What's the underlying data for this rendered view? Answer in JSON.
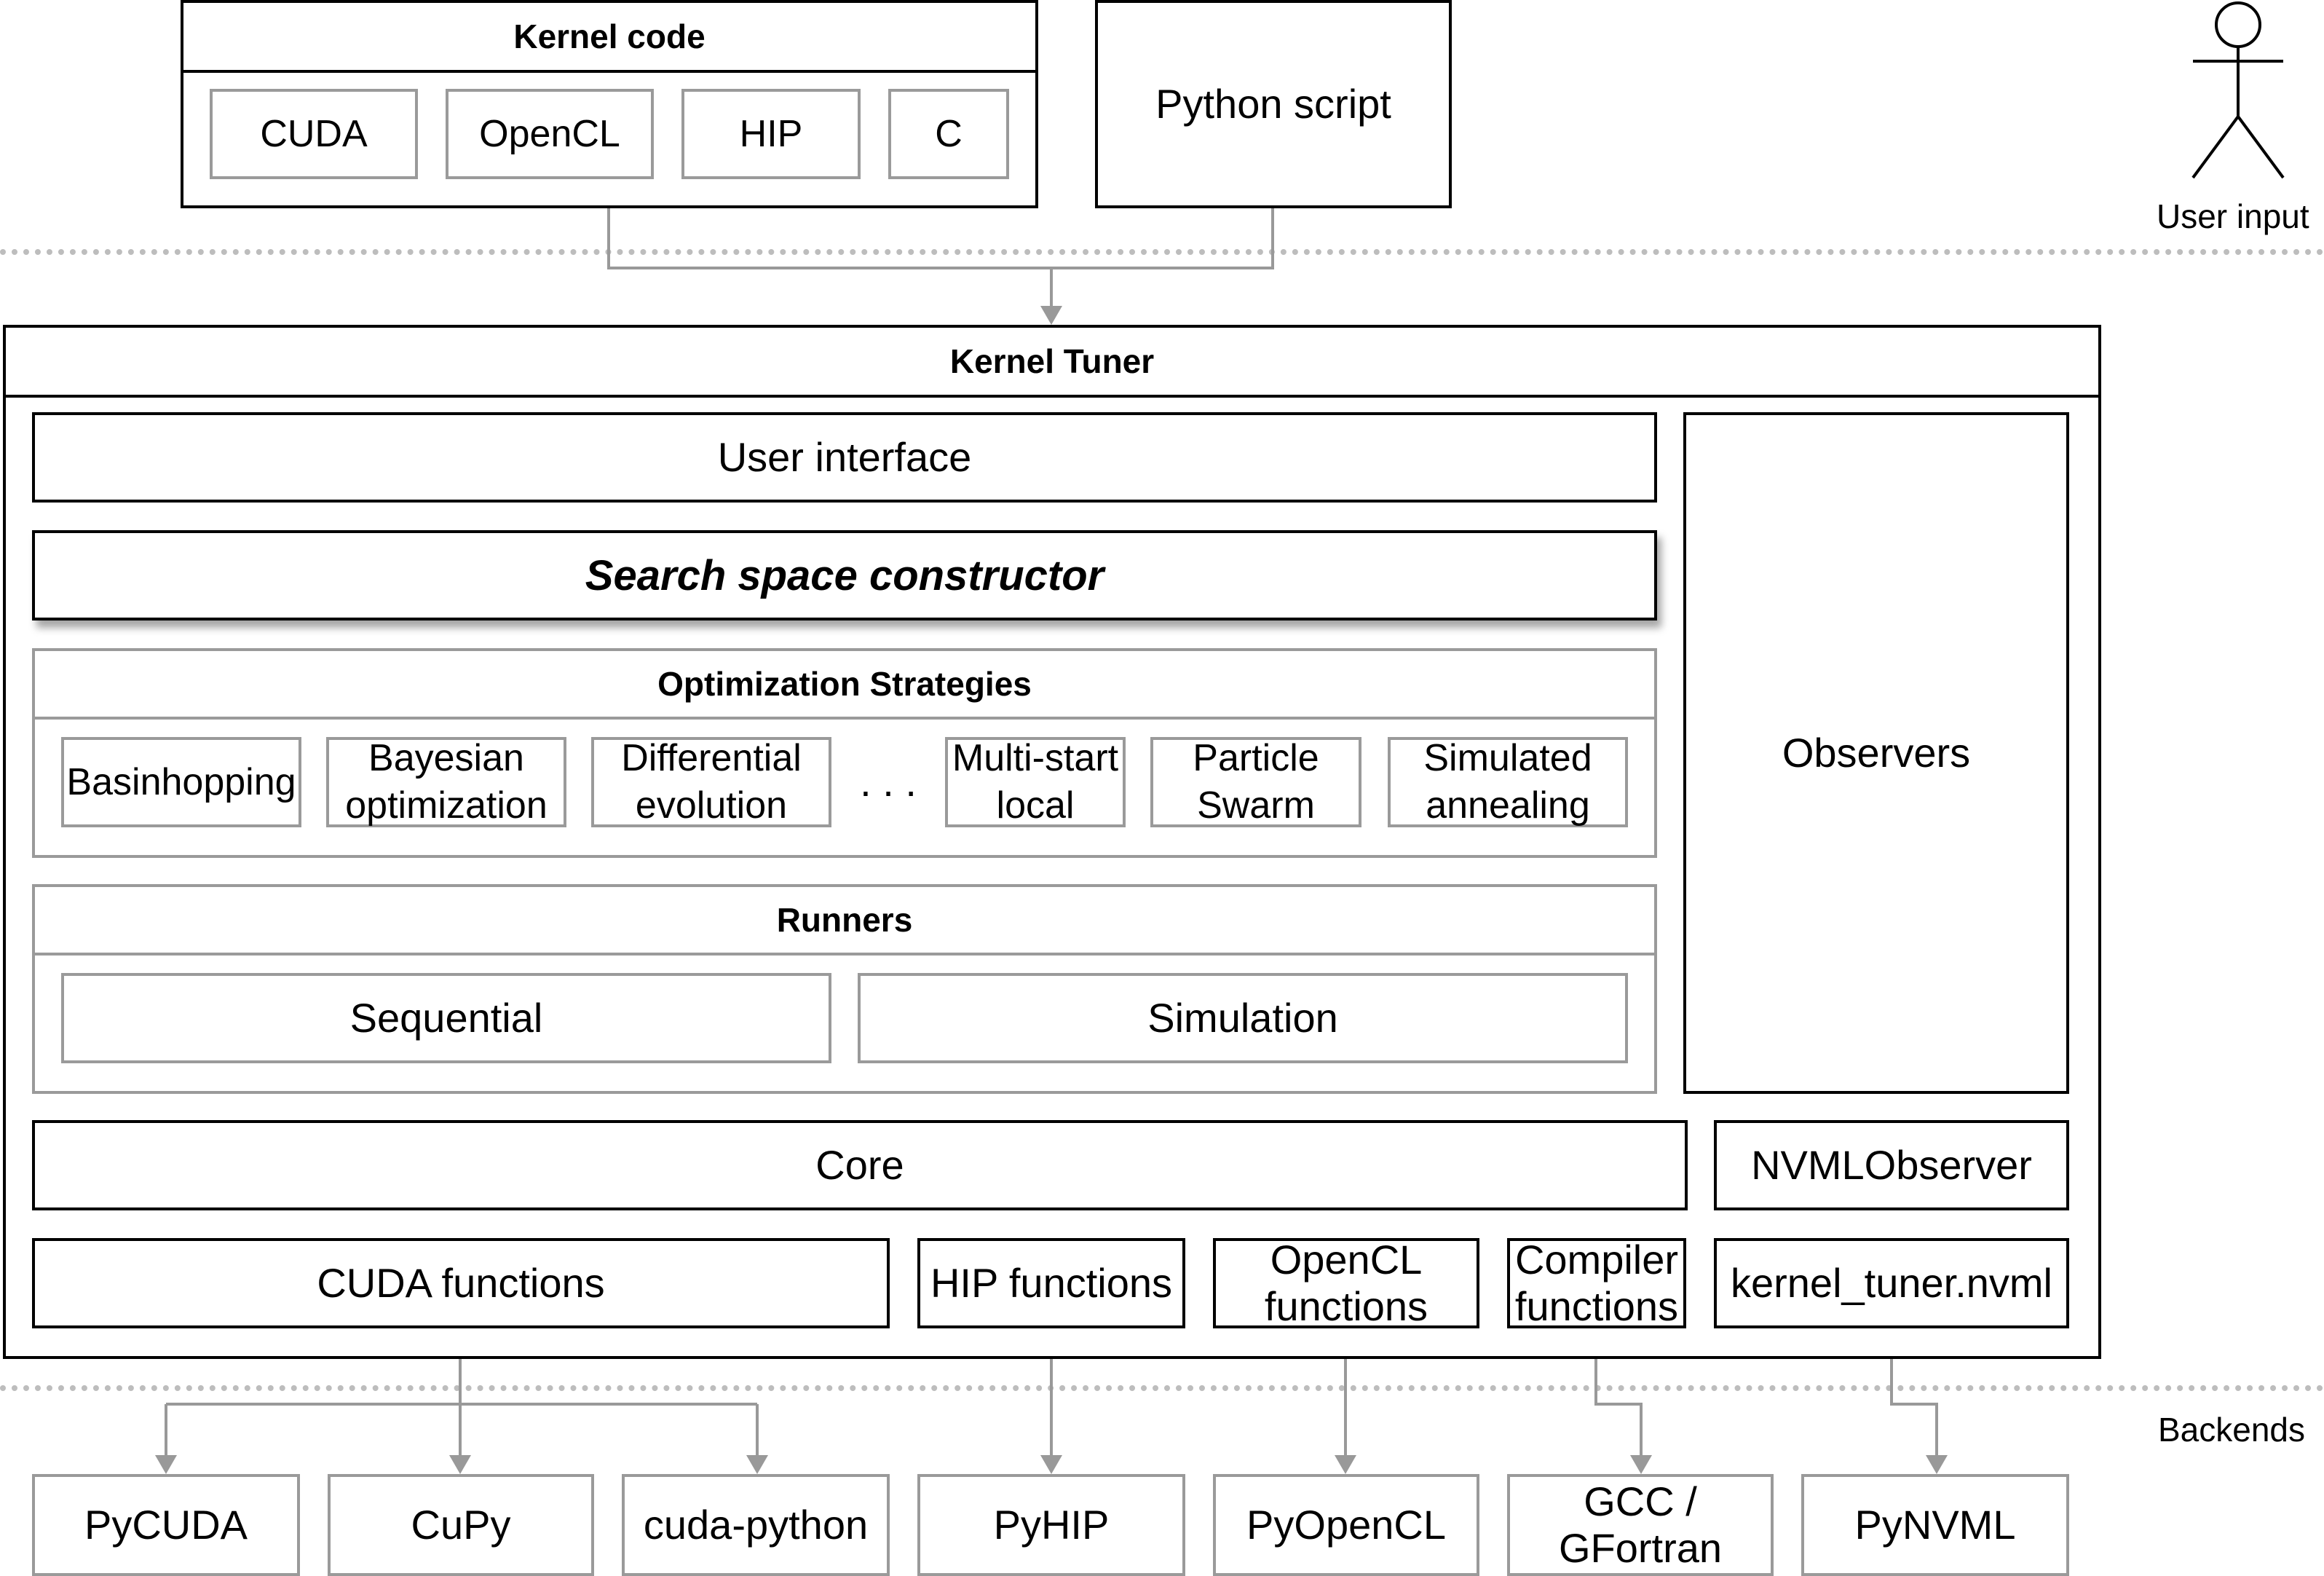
{
  "user_input": {
    "kernel_code": {
      "title": "Kernel code",
      "languages": [
        "CUDA",
        "OpenCL",
        "HIP",
        "C"
      ]
    },
    "python_script": "Python script",
    "actor_label": "User input"
  },
  "kernel_tuner": {
    "title": "Kernel Tuner",
    "user_interface": "User interface",
    "search_space_constructor": "Search space constructor",
    "optimization_strategies": {
      "title": "Optimization Strategies",
      "items": [
        "Basinhopping",
        "Bayesian optimization",
        "Differential evolution",
        "Multi-start local",
        "Particle Swarm",
        "Simulated annealing"
      ],
      "ellipsis": ". . ."
    },
    "runners": {
      "title": "Runners",
      "items": [
        "Sequential",
        "Simulation"
      ]
    },
    "observers": "Observers",
    "core": "Core",
    "nvml_observer": "NVMLObserver",
    "functions": [
      "CUDA functions",
      "HIP functions",
      "OpenCL functions",
      "Compiler functions",
      "kernel_tuner.nvml"
    ]
  },
  "backends": {
    "label": "Backends",
    "items": [
      "PyCUDA",
      "CuPy",
      "cuda-python",
      "PyHIP",
      "PyOpenCL",
      "GCC / GFortran",
      "PyNVML"
    ]
  },
  "colors": {
    "border_primary": "#000000",
    "border_secondary": "#9a9a9a",
    "connector": "#999999",
    "separator": "#bdbdbd"
  }
}
